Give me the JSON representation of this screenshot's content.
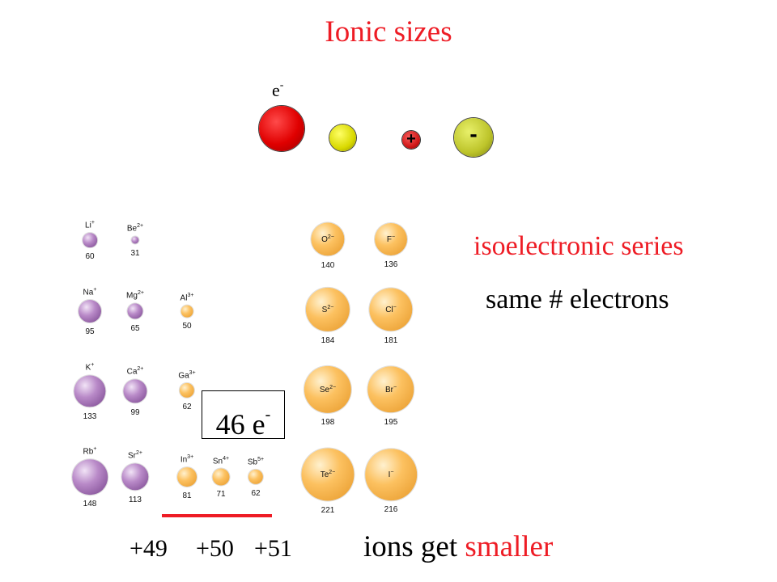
{
  "title": "Ionic sizes",
  "atom_illustration": {
    "electron_label": "e",
    "electron_sup": "-",
    "plus_sign": "+",
    "minus_sign": "-"
  },
  "ion_table": {
    "ions": [
      {
        "symbol": "Li",
        "charge": "+",
        "radius": 60,
        "color": "purple"
      },
      {
        "symbol": "Be",
        "charge": "2+",
        "radius": 31,
        "color": "purple"
      },
      {
        "symbol": "Na",
        "charge": "+",
        "radius": 95,
        "color": "purple"
      },
      {
        "symbol": "Mg",
        "charge": "2+",
        "radius": 65,
        "color": "purple"
      },
      {
        "symbol": "Al",
        "charge": "3+",
        "radius": 50,
        "color": "orange"
      },
      {
        "symbol": "K",
        "charge": "+",
        "radius": 133,
        "color": "purple"
      },
      {
        "symbol": "Ca",
        "charge": "2+",
        "radius": 99,
        "color": "purple"
      },
      {
        "symbol": "Ga",
        "charge": "3+",
        "radius": 62,
        "color": "orange"
      },
      {
        "symbol": "Rb",
        "charge": "+",
        "radius": 148,
        "color": "purple"
      },
      {
        "symbol": "Sr",
        "charge": "2+",
        "radius": 113,
        "color": "purple"
      },
      {
        "symbol": "In",
        "charge": "3+",
        "radius": 81,
        "color": "orange"
      },
      {
        "symbol": "Sn",
        "charge": "4+",
        "radius": 71,
        "color": "orange"
      },
      {
        "symbol": "Sb",
        "charge": "5+",
        "radius": 62,
        "color": "orange"
      },
      {
        "symbol": "O",
        "charge": "2−",
        "radius": 140,
        "color": "orange"
      },
      {
        "symbol": "F",
        "charge": "−",
        "radius": 136,
        "color": "orange"
      },
      {
        "symbol": "S",
        "charge": "2−",
        "radius": 184,
        "color": "orange"
      },
      {
        "symbol": "Cl",
        "charge": "−",
        "radius": 181,
        "color": "orange"
      },
      {
        "symbol": "Se",
        "charge": "2−",
        "radius": 198,
        "color": "orange"
      },
      {
        "symbol": "Br",
        "charge": "−",
        "radius": 195,
        "color": "orange"
      },
      {
        "symbol": "Te",
        "charge": "2−",
        "radius": 221,
        "color": "orange"
      },
      {
        "symbol": "I",
        "charge": "−",
        "radius": 216,
        "color": "orange"
      }
    ]
  },
  "isoelectronic": {
    "title": "isoelectronic series",
    "subtitle": "same # electrons",
    "box_label": "46 e",
    "box_sup": "-"
  },
  "nuclear_charges": [
    "+49",
    "+50",
    "+51"
  ],
  "bottom": {
    "prefix": "ions get ",
    "highlight": "smaller"
  },
  "colors": {
    "accent_red": "#ee1c25",
    "purple_ion": "#9b6bb0",
    "orange_ion": "#f5b042"
  }
}
